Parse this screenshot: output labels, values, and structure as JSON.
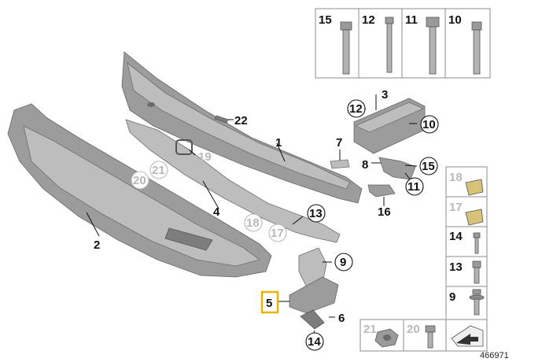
{
  "callouts": {
    "c1": "1",
    "c2": "2",
    "c3": "3",
    "c4": "4",
    "c5": "5",
    "c6": "6",
    "c7": "7",
    "c8": "8",
    "c9": "9",
    "c10": "10",
    "c11": "11",
    "c12": "12",
    "c13": "13",
    "c14": "14",
    "c15": "15",
    "c16": "16",
    "c17": "17",
    "c18": "18",
    "c19": "19",
    "c20": "20",
    "c21": "21",
    "c22": "22"
  },
  "top_panel": {
    "labels": [
      "15",
      "12",
      "11",
      "10"
    ]
  },
  "side_panel": {
    "labels": [
      "18",
      "17",
      "14",
      "13",
      "9"
    ]
  },
  "bottom_panel": {
    "labels": [
      "21",
      "20"
    ]
  },
  "highlight_color": "#e8b400",
  "highlighted_item": "5",
  "reference_number": "466971"
}
